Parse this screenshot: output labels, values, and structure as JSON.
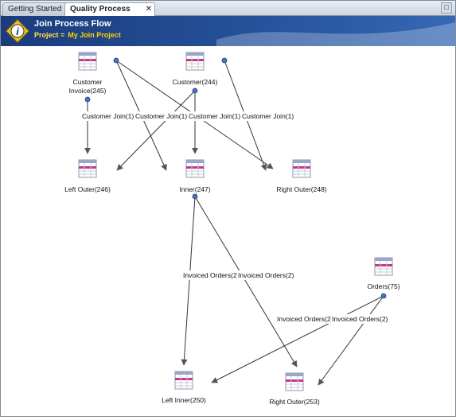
{
  "tabs": [
    {
      "label": "Getting Started"
    },
    {
      "label": "Quality Process Flow"
    }
  ],
  "banner": {
    "title": "Join Process Flow",
    "project_label": "Project =",
    "project_value": "My Join Project"
  },
  "nodes": [
    {
      "id": "ci",
      "label": [
        "Customer",
        "Invoice(245)"
      ],
      "type": "source"
    },
    {
      "id": "cu",
      "label": [
        "Customer(244)"
      ],
      "type": "source"
    },
    {
      "id": "lo",
      "label": [
        "Left Outer(246)"
      ],
      "type": "target"
    },
    {
      "id": "in",
      "label": [
        "Inner(247)"
      ],
      "type": "target"
    },
    {
      "id": "ro",
      "label": [
        "Right Outer(248)"
      ],
      "type": "target"
    },
    {
      "id": "or",
      "label": [
        "Orders(75)"
      ],
      "type": "source"
    },
    {
      "id": "li",
      "label": [
        "Left Inner(250)"
      ],
      "type": "target"
    },
    {
      "id": "r2",
      "label": [
        "Right Outer(253)"
      ],
      "type": "target"
    }
  ],
  "edges": [
    {
      "label": "Customer Join(1)"
    },
    {
      "label": "Customer Join(1)"
    },
    {
      "label": "Customer Join(1)"
    },
    {
      "label": "Customer Join(1)"
    },
    {
      "label": "Invoiced Orders(2)"
    },
    {
      "label": "Invoiced Orders(2)"
    },
    {
      "label": "Invoiced Orders(2)"
    },
    {
      "label": "Invoiced Orders(2)"
    }
  ],
  "colors": {
    "banner": "#1b3c7c",
    "project_text": "#ffd400",
    "edge": "#333333"
  }
}
